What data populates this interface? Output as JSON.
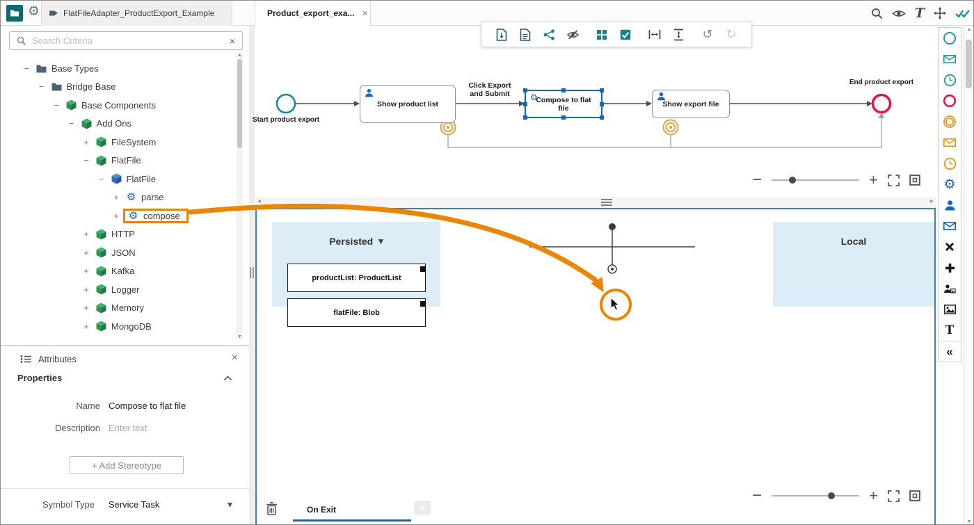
{
  "topbar": {
    "project_tab_label": "FlatFileAdapter_ProductExport_Example",
    "doc_tab_label": "Product_export_exa...",
    "doc_tab_close": "×"
  },
  "sidebar": {
    "search_placeholder": "Search Criteria",
    "search_clear": "×",
    "tree": [
      {
        "label": "Base Types",
        "icon": "folder",
        "expander": "−",
        "level": 0
      },
      {
        "label": "Bridge Base",
        "icon": "folder",
        "expander": "−",
        "level": 1
      },
      {
        "label": "Base Components",
        "icon": "cube-green",
        "expander": "−",
        "level": 2
      },
      {
        "label": "Add Ons",
        "icon": "cube-green",
        "expander": "−",
        "level": 3
      },
      {
        "label": "FileSystem",
        "icon": "cube-green",
        "expander": "+",
        "level": 4
      },
      {
        "label": "FlatFile",
        "icon": "cube-green",
        "expander": "−",
        "level": 4
      },
      {
        "label": "FlatFile",
        "icon": "cube-blue",
        "expander": "−",
        "level": 5
      },
      {
        "label": "parse",
        "icon": "gear-blue",
        "expander": "+",
        "level": 6
      },
      {
        "label": "compose",
        "icon": "gear-blue",
        "expander": "+",
        "level": 6,
        "highlighted": true
      },
      {
        "label": "HTTP",
        "icon": "cube-green",
        "expander": "+",
        "level": 4
      },
      {
        "label": "JSON",
        "icon": "cube-green",
        "expander": "+",
        "level": 4
      },
      {
        "label": "Kafka",
        "icon": "cube-green",
        "expander": "+",
        "level": 4
      },
      {
        "label": "Logger",
        "icon": "cube-green",
        "expander": "+",
        "level": 4
      },
      {
        "label": "Memory",
        "icon": "cube-green",
        "expander": "+",
        "level": 4
      },
      {
        "label": "MongoDB",
        "icon": "cube-green",
        "expander": "+",
        "level": 4
      }
    ]
  },
  "attributes": {
    "title": "Attributes",
    "close": "×",
    "section_title": "Properties",
    "fields": {
      "name_label": "Name",
      "name_value": "Compose to flat file",
      "description_label": "Description",
      "description_placeholder": "Enter text"
    },
    "add_stereotype_label": "+ Add Stereotype",
    "symbol_type_label": "Symbol Type",
    "symbol_type_value": "Service Task"
  },
  "diagram_toolbar": {
    "items": [
      "export-diagram",
      "document",
      "share",
      "hide-elements",
      "grid-layout",
      "validate-checkbox",
      "distribute-horizontal",
      "distribute-vertical",
      "undo",
      "redo"
    ]
  },
  "diagram": {
    "start_label": "Start product export",
    "task_show_product_list": "Show product list",
    "flow_label_line1": "Click Export",
    "flow_label_line2": "and Submit",
    "task_compose": "Compose to flat file",
    "task_show_export_file": "Show export file",
    "end_label": "End product export"
  },
  "mapping": {
    "persisted_title": "Persisted",
    "variables": [
      "productList: ProductList",
      "flatFile: Blob"
    ],
    "local_title": "Local",
    "active_tab": "On Exit",
    "add_tab": "+"
  },
  "palette": {
    "items": [
      "start-event",
      "message-start-event",
      "timer-start-event",
      "end-event",
      "intermediate-event",
      "message-intermediate-event",
      "timer-intermediate-event",
      "service-task",
      "user-task",
      "send-task",
      "delete-x",
      "add-plus",
      "actor-image",
      "image",
      "text-annotation",
      "collapse-palette"
    ]
  },
  "zoom": {
    "top_slider_pos": 0.24,
    "bottom_slider_pos": 0.68
  },
  "icons": {
    "minus": "−",
    "plus": "+",
    "undo": "↺",
    "redo": "↻",
    "caret_down": "▾",
    "collapse": "«",
    "gear": "⚙",
    "text_tool": "T",
    "up_arrow": "▲",
    "down_arrow": "▼",
    "left_arrow": "◂",
    "right_arrow": "▸"
  },
  "colors": {
    "teal": "#0e8a96",
    "blue": "#1565c0",
    "orange": "#ef8200",
    "red": "#e8113d",
    "green": "#2f9154",
    "panel_blue": "#dcedf8"
  }
}
